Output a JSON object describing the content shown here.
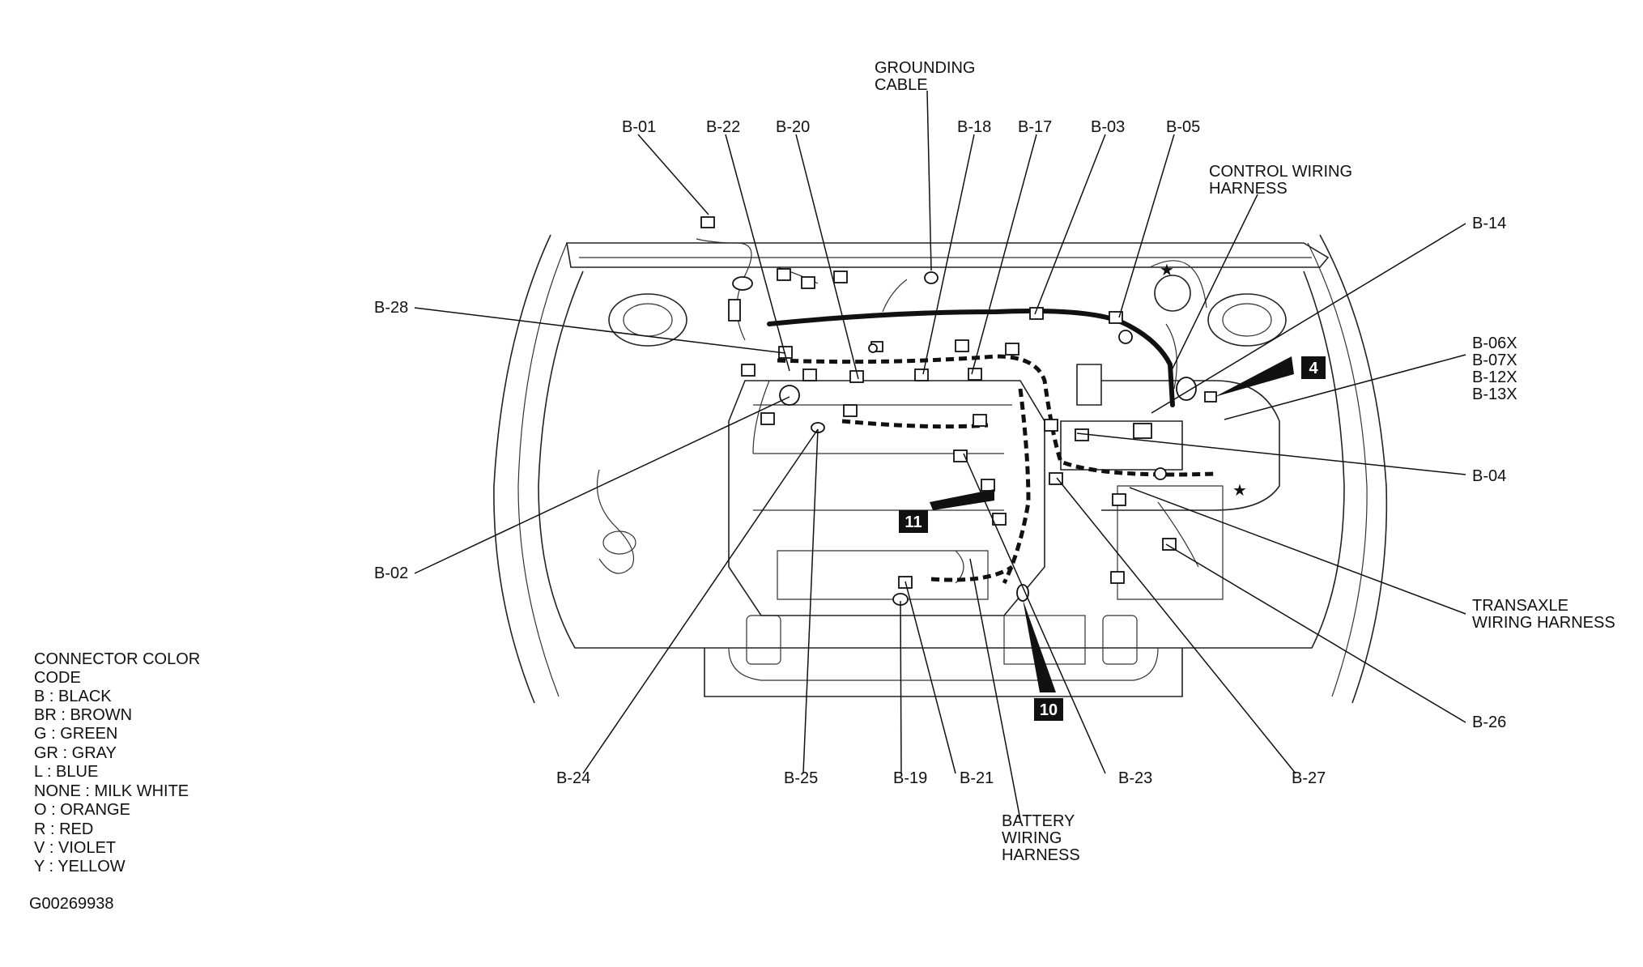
{
  "labels": {
    "grounding_cable": [
      "GROUNDING",
      "CABLE"
    ],
    "control_wiring_harness": [
      "CONTROL WIRING",
      "HARNESS"
    ],
    "transaxle_wiring_harness": [
      "TRANSAXLE",
      "WIRING HARNESS"
    ],
    "battery_wiring_harness": [
      "BATTERY",
      "WIRING",
      "HARNESS"
    ]
  },
  "connectors": {
    "b01": "B-01",
    "b22": "B-22",
    "b20": "B-20",
    "b18": "B-18",
    "b17": "B-17",
    "b03": "B-03",
    "b05": "B-05",
    "b14": "B-14",
    "b28": "B-28",
    "b06x": "B-06X",
    "b07x": "B-07X",
    "b12x": "B-12X",
    "b13x": "B-13X",
    "b04": "B-04",
    "b02": "B-02",
    "b26": "B-26",
    "b24": "B-24",
    "b25": "B-25",
    "b19": "B-19",
    "b21": "B-21",
    "b23": "B-23",
    "b27": "B-27"
  },
  "badges": {
    "badge4": "4",
    "badge11": "11",
    "badge10": "10"
  },
  "legend": {
    "title": [
      "CONNECTOR COLOR",
      "CODE"
    ],
    "items": [
      "B : BLACK",
      "BR : BROWN",
      "G : GREEN",
      "GR : GRAY",
      "L : BLUE",
      "NONE : MILK WHITE",
      "O : ORANGE",
      "R : RED",
      "V : VIOLET",
      "Y : YELLOW"
    ]
  },
  "figure_id": "G00269938"
}
